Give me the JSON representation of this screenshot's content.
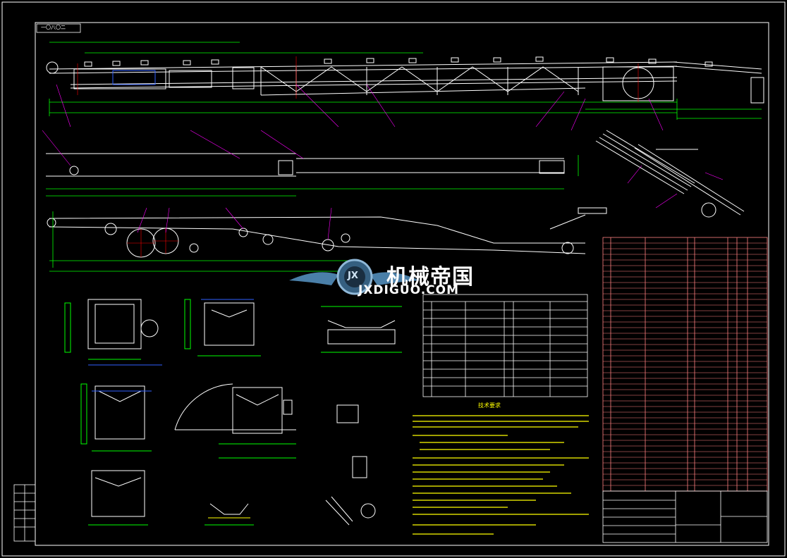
{
  "watermark": {
    "logo_text": "机械帝国",
    "url_text": "JXDIGUO.COM",
    "emblem_letters": "JX"
  },
  "notes_title": "技术要求",
  "sheet_tag": "一〇八〇二",
  "colors": {
    "background": "#000000",
    "outline": "#ffffff",
    "dimension": "#00ff00",
    "centerline": "#ff0000",
    "leader": "#ff00ff",
    "hidden": "#0000ff",
    "text": "#ffff00",
    "bom": "#ff8080"
  }
}
